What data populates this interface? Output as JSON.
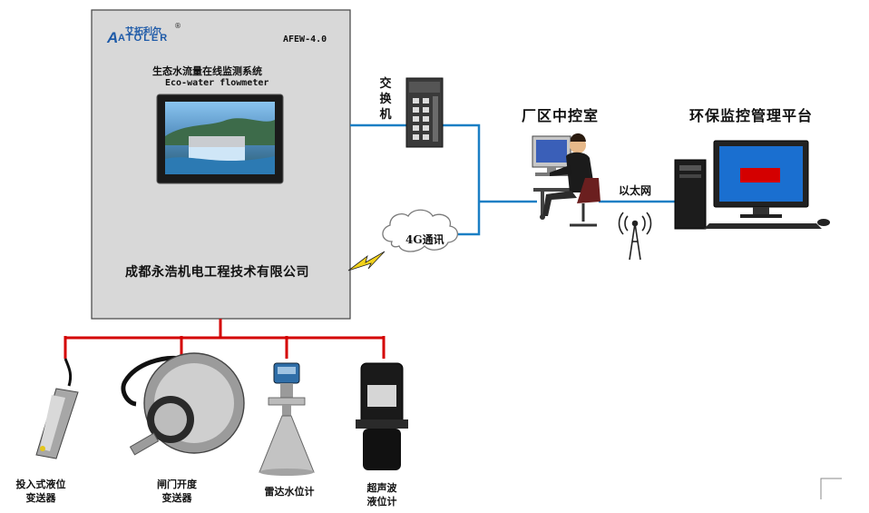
{
  "device": {
    "logo_brand": "ATOLER",
    "logo_chinese": "艾拓利尔",
    "registered_mark": "®",
    "model": "AFEW-4.0",
    "system_name_cn": "生态水流量在线监测系统",
    "system_name_en": "Eco-water flowmeter",
    "company": "成都永浩机电工程技术有限公司"
  },
  "network": {
    "switch_label": "交换机",
    "switch_chars": [
      "交",
      "换",
      "机"
    ],
    "cloud_label": "4G通讯",
    "control_room_label": "厂区中控室",
    "platform_label": "环保监控管理平台",
    "ethernet_label": "以太网"
  },
  "sensors": [
    {
      "id": "submersible",
      "lines": [
        "投入式液位",
        "变送器"
      ]
    },
    {
      "id": "gate",
      "lines": [
        "闸门开度",
        "变送器"
      ]
    },
    {
      "id": "radar",
      "lines": [
        "雷达水位计"
      ]
    },
    {
      "id": "ultrasonic",
      "lines": [
        "超声波",
        "液位计"
      ]
    }
  ],
  "colors": {
    "sensor_bus": "#d40000",
    "network_line": "#1b7fc4",
    "device_panel": "#d8d8d8"
  }
}
